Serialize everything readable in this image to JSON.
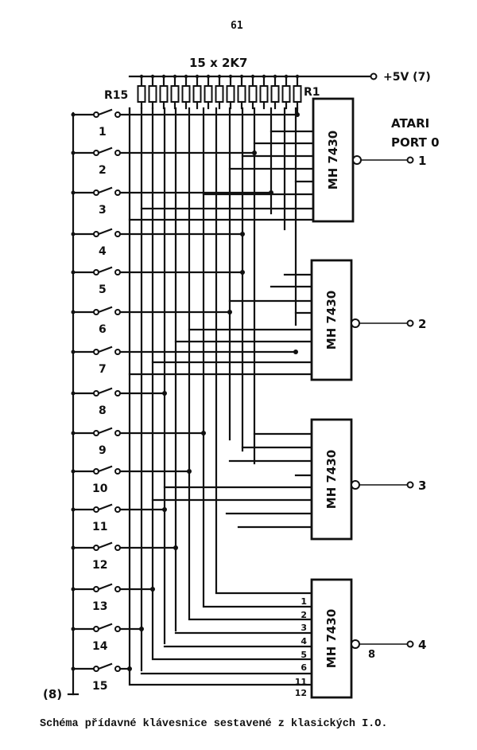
{
  "page_number": "61",
  "resistor_array": {
    "label": "15 x 2K7",
    "first": "R15",
    "last": "R1",
    "count": 15
  },
  "supply": {
    "label": "+5V (7)"
  },
  "ground": {
    "label": "(8)"
  },
  "port": {
    "title_line1": "ATARI",
    "title_line2": "PORT 0"
  },
  "switches": [
    "1",
    "2",
    "3",
    "4",
    "5",
    "6",
    "7",
    "8",
    "9",
    "10",
    "11",
    "12",
    "13",
    "14",
    "15"
  ],
  "gates": [
    {
      "label": "MH 7430",
      "output": "1"
    },
    {
      "label": "MH 7430",
      "output": "2"
    },
    {
      "label": "MH 7430",
      "output": "3"
    },
    {
      "label": "MH 7430",
      "output": "4",
      "output_pin": "8",
      "input_pins": [
        "1",
        "2",
        "3",
        "4",
        "5",
        "6",
        "11",
        "12"
      ]
    }
  ],
  "caption": "Schéma přídavné klávesnice sestavené z klasických I.O."
}
